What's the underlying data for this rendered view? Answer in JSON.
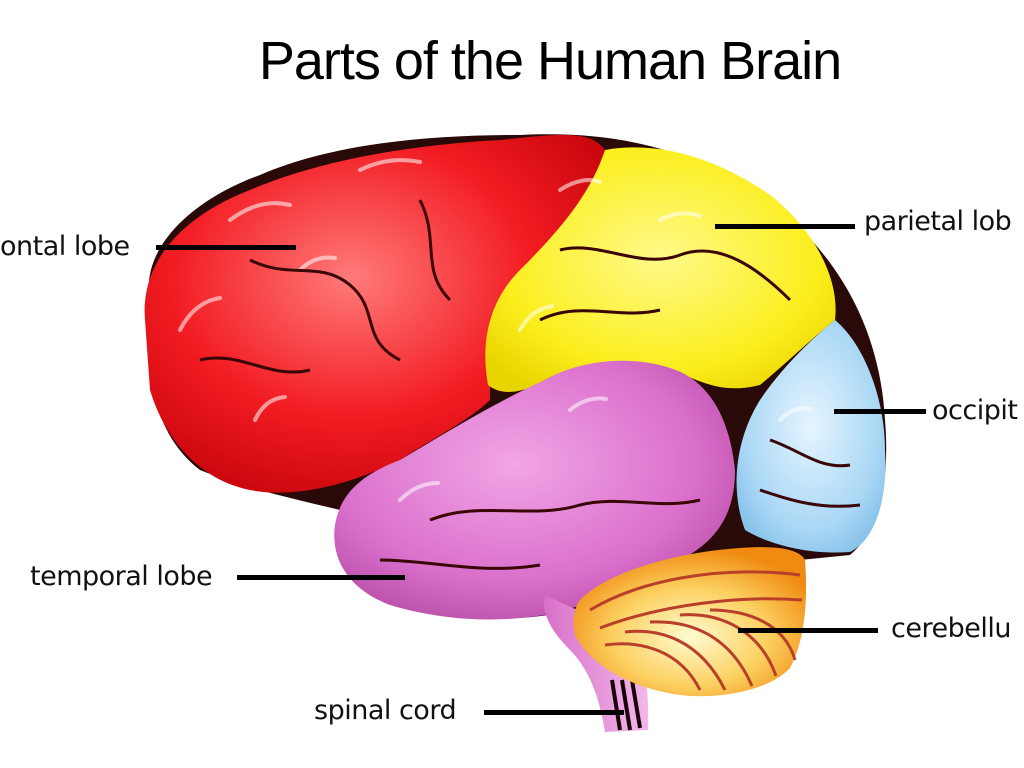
{
  "title": "Parts of the Human Brain",
  "labels": {
    "frontal": "ontal lobe",
    "parietal": "parietal lob",
    "occipital": "occipit",
    "temporal": "temporal lobe",
    "cerebellum": "cerebellu",
    "spinal": "spinal cord"
  },
  "regions": [
    {
      "name": "frontal lobe",
      "color": "#f0141a"
    },
    {
      "name": "parietal lobe",
      "color": "#fbee1c"
    },
    {
      "name": "occipital lobe",
      "color": "#a9d7f5"
    },
    {
      "name": "temporal lobe",
      "color": "#da6fcb"
    },
    {
      "name": "cerebellum",
      "color": "#f59a1e"
    },
    {
      "name": "spinal cord",
      "color": "#e9a2e0"
    }
  ]
}
